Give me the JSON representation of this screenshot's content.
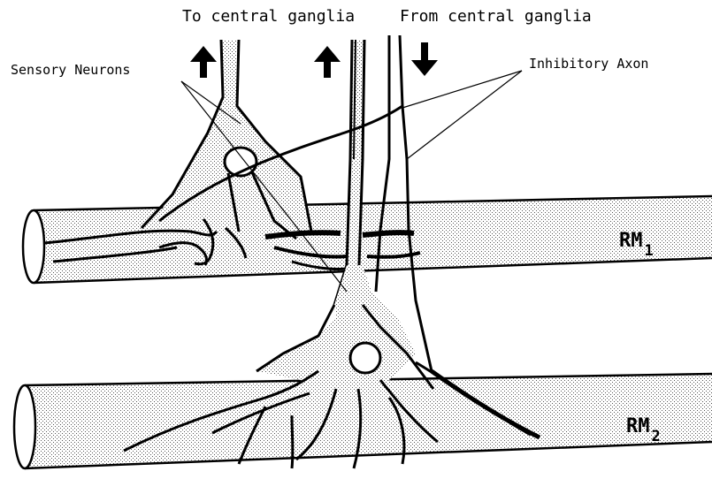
{
  "labels": {
    "to_central_ganglia": "To central ganglia",
    "from_central_ganglia": "From central ganglia",
    "sensory_neurons": "Sensory Neurons",
    "inhibitory_axon": "Inhibitory Axon"
  },
  "muscles": {
    "rm1": {
      "name": "RM",
      "sub": "1"
    },
    "rm2": {
      "name": "RM",
      "sub": "2"
    }
  },
  "colors": {
    "ink": "#000000",
    "stipple": "#9a9a9a",
    "background": "#ffffff"
  }
}
